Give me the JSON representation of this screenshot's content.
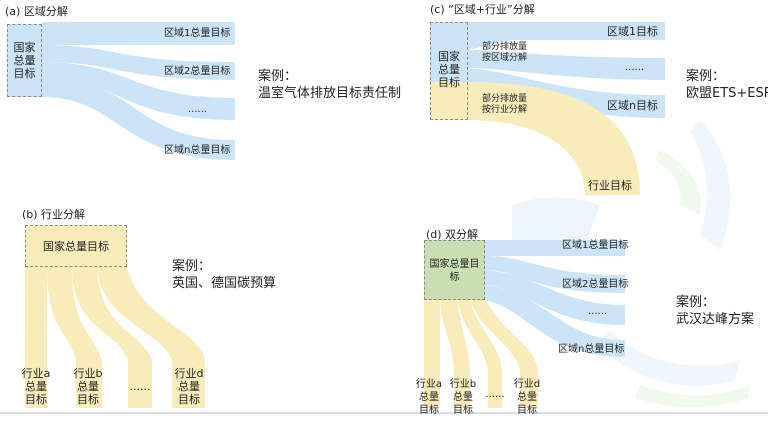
{
  "colors": {
    "blue": "#cce4f7",
    "yellow": "#f8ecbb",
    "green": "#c9dfb3",
    "line": "#999999"
  },
  "panel_a": {
    "title": "(a) 区域分解",
    "source": "国家\n总量\n目标",
    "targets": [
      "区域1总量目标",
      "区域2总量目标",
      "......",
      "区域n总量目标"
    ],
    "case_title": "案例：",
    "case_text": "温室气体排放目标责任制"
  },
  "panel_b": {
    "title": "(b) 行业分解",
    "source": "国家总量目标",
    "targets": [
      "行业a\n总量\n目标",
      "行业b\n总量\n目标",
      "......",
      "行业d\n总量\n目标"
    ],
    "case_title": "案例：",
    "case_text": "英国、德国碳预算"
  },
  "panel_c": {
    "title": "(c) “区域+行业”分解",
    "source": "国家\n总量\n目标",
    "branch_region": "部分排放量\n按区域分解",
    "branch_sector": "部分排放量\n按行业分解",
    "targets": [
      "区域1目标",
      "......",
      "区域n目标"
    ],
    "sector_target": "行业目标",
    "case_title": "案例：",
    "case_text": "欧盟ETS+ESR"
  },
  "panel_d": {
    "title": "(d) 双分解",
    "source": "国家总量目\n标",
    "region_targets": [
      "区域1总量目标",
      "区域2总量目标",
      "......",
      "区域n总量目标"
    ],
    "sector_targets": [
      "行业a\n总量\n目标",
      "行业b\n总量\n目标",
      "......",
      "行业d\n总量\n目标"
    ],
    "case_title": "案例：",
    "case_text": "武汉达峰方案"
  }
}
